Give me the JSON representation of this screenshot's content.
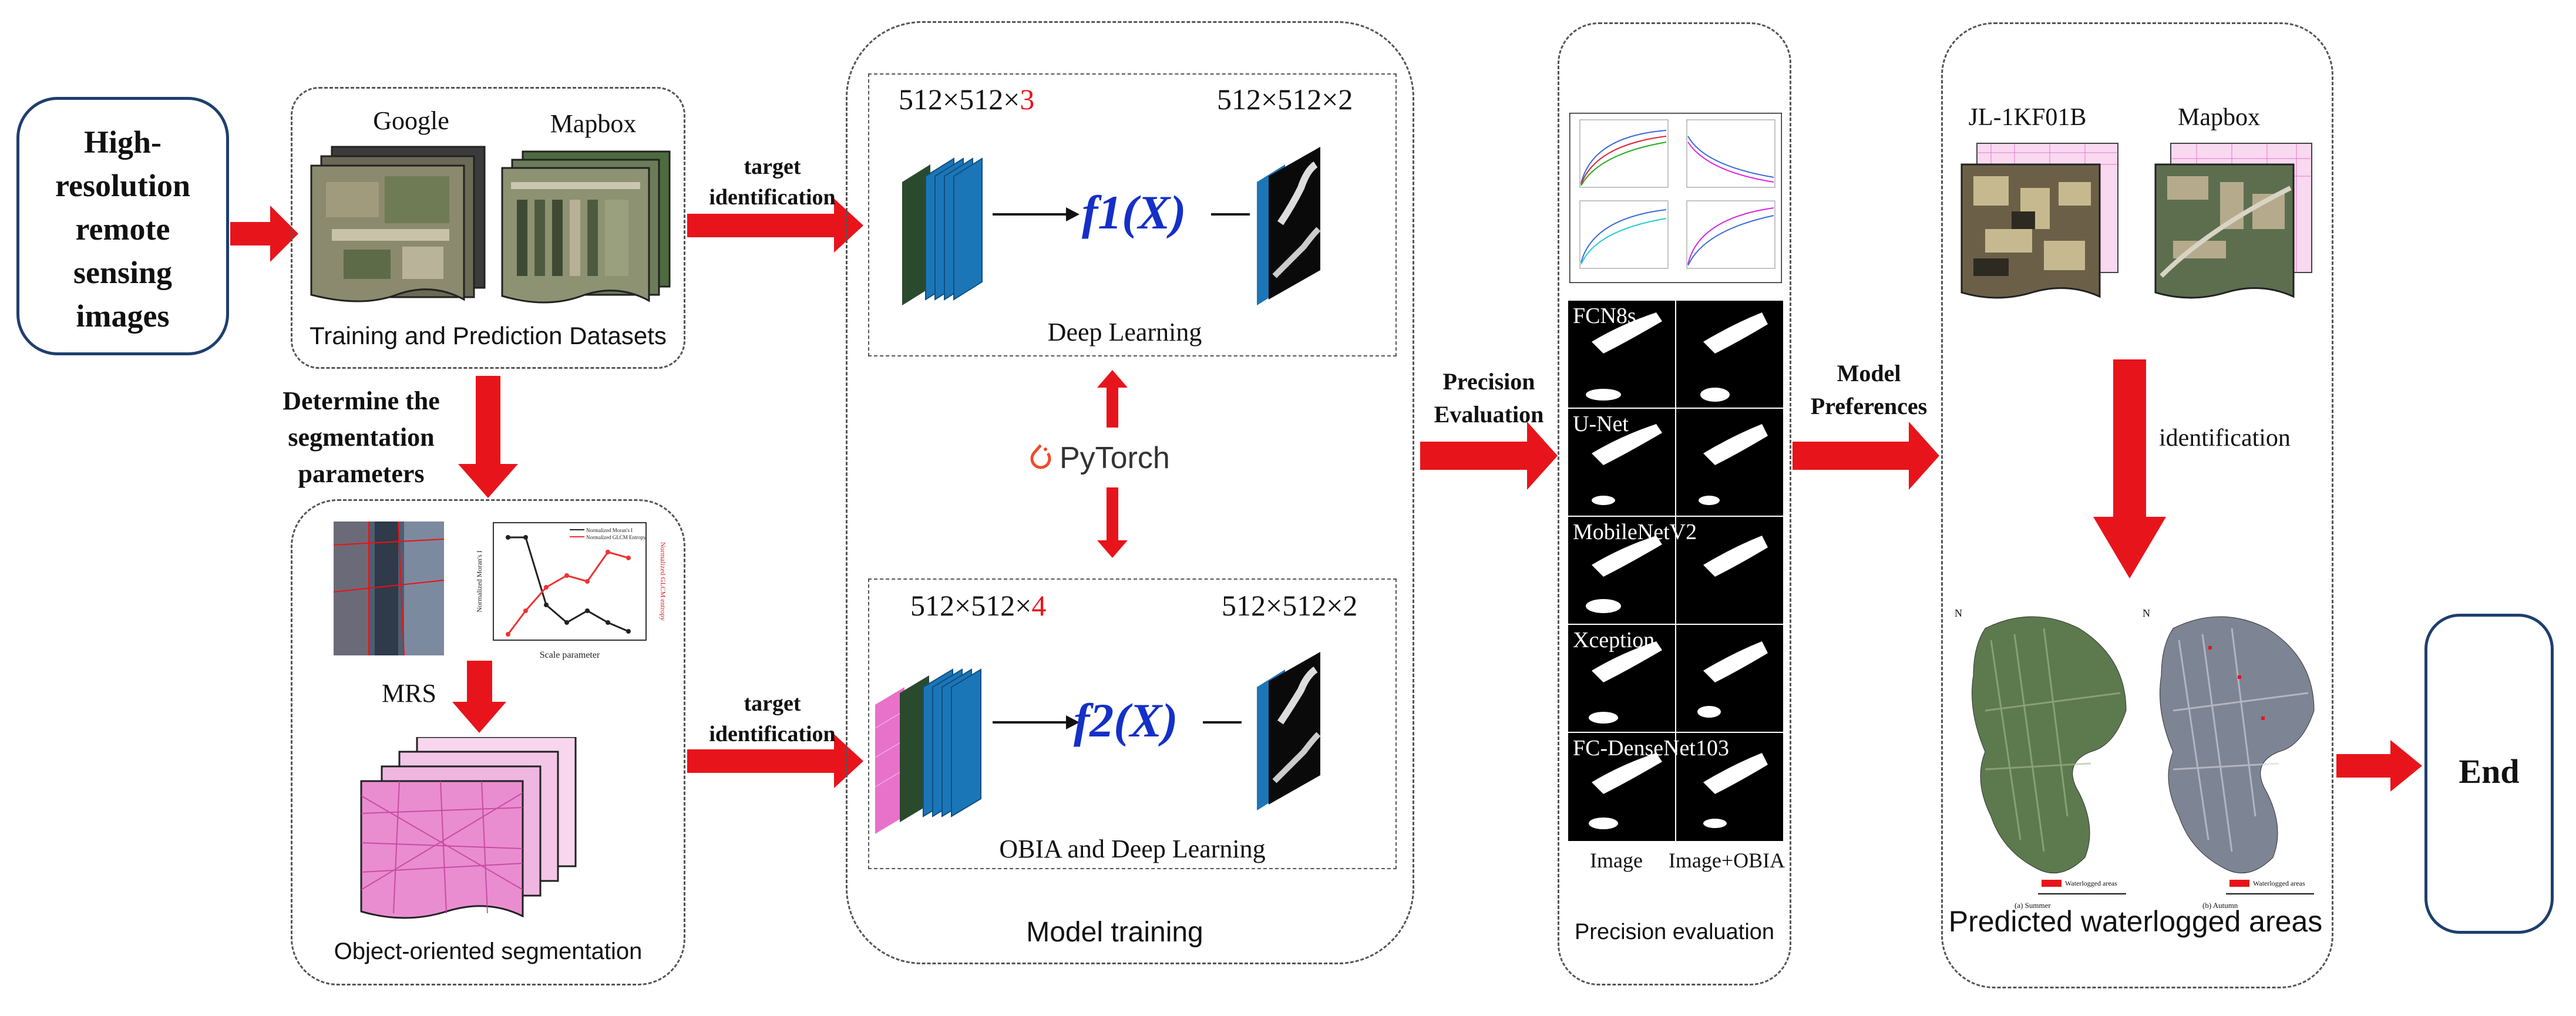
{
  "input": {
    "label_lines": [
      "High-",
      "resolution",
      "remote",
      "sensing",
      "images"
    ]
  },
  "datasets": {
    "google_label": "Google",
    "mapbox_label": "Mapbox",
    "caption": "Training and Prediction Datasets"
  },
  "segmentation_param_label_lines": [
    "Determine the",
    "segmentation",
    "parameters"
  ],
  "segmentation_panel": {
    "mrs_label": "MRS",
    "caption": "Object-oriented segmentation",
    "mini_chart": {
      "xlabel": "Scale parameter",
      "ylabel_left": "Normalized Moran's I",
      "ylabel_right": "Normalized GLCM entropy",
      "legend": [
        "Normalized Moran's I",
        "Normalized GLCM Entropy"
      ]
    }
  },
  "arrows": {
    "target_identification_top": [
      "target",
      "identification"
    ],
    "target_identification_bottom": [
      "target",
      "identification"
    ],
    "precision_evaluation": [
      "Precision",
      "Evaluation"
    ],
    "model_preferences": [
      "Model",
      "Preferences"
    ],
    "identification": "identification"
  },
  "model_training": {
    "caption": "Model training",
    "pytorch_label": "PyTorch",
    "deep_learning": {
      "input_dims_prefix": "512×512×",
      "input_dims_channels": "3",
      "output_dims": "512×512×2",
      "function": "f1(X)",
      "caption": "Deep Learning"
    },
    "obia_deep_learning": {
      "input_dims_prefix": "512×512×",
      "input_dims_channels": "4",
      "output_dims": "512×512×2",
      "function": "f2(X)",
      "caption": "OBIA and Deep Learning"
    }
  },
  "precision_panel": {
    "caption": "Precision evaluation",
    "model_names": [
      "FCN8s",
      "U-Net",
      "MobileNetV2",
      "Xception",
      "FC-DenseNet103"
    ],
    "column_labels": [
      "Image",
      "Image+OBIA"
    ]
  },
  "prediction_panel": {
    "jl_label": "JL-1KF01B",
    "mapbox_label": "Mapbox",
    "caption": "Predicted waterlogged areas",
    "map_a_caption": "(a) Summer",
    "map_b_caption": "(b) Autumn",
    "legend_label": "Waterlogged areas",
    "north": "N"
  },
  "end": {
    "label": "End"
  },
  "colors": {
    "arrow_red": "#e8141b",
    "stack_blue": "#1b76b8",
    "stack_green": "#2a4a2e",
    "pink": "#e24fbd",
    "function_blue": "#1430c8",
    "highlight_red": "#e8141b",
    "box_border": "#1f3f6e"
  }
}
